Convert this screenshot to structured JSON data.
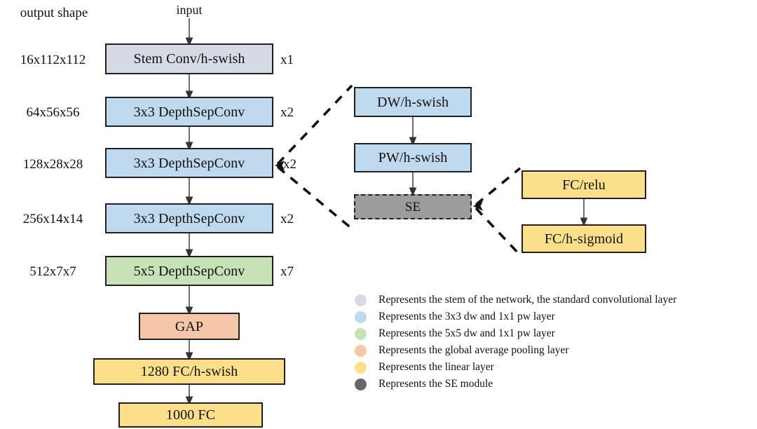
{
  "diagram": {
    "title_left": "output shape",
    "input_label": "input",
    "colors": {
      "stem": "#d5dae4",
      "dw3x3": "#bfdaef",
      "dw5x5": "#c8e2b8",
      "gap": "#f5c6a7",
      "linear": "#fcdf8a",
      "se": "#9c9c9c",
      "stroke": "#231f20",
      "arrow": "#4a4a4a"
    },
    "output_shapes": [
      "16x112x112",
      "64x56x56",
      "128x28x28",
      "256x14x14",
      "512x7x7"
    ],
    "main_blocks": [
      {
        "label": "Stem Conv/h-swish",
        "repeat": "x1",
        "color_key": "stem"
      },
      {
        "label": "3x3 DepthSepConv",
        "repeat": "x2",
        "color_key": "dw3x3"
      },
      {
        "label": "3x3 DepthSepConv",
        "repeat": "x2",
        "color_key": "dw3x3"
      },
      {
        "label": "3x3 DepthSepConv",
        "repeat": "x2",
        "color_key": "dw3x3"
      },
      {
        "label": "5x5 DepthSepConv",
        "repeat": "x7",
        "color_key": "dw5x5"
      },
      {
        "label": "GAP",
        "repeat": "",
        "color_key": "gap"
      },
      {
        "label": "1280 FC/h-swish",
        "repeat": "",
        "color_key": "linear"
      },
      {
        "label": "1000 FC",
        "repeat": "",
        "color_key": "linear"
      }
    ],
    "block_detail": [
      {
        "label": "DW/h-swish",
        "color_key": "dw3x3"
      },
      {
        "label": "PW/h-swish",
        "color_key": "dw3x3"
      },
      {
        "label": "SE",
        "color_key": "se"
      }
    ],
    "se_detail": [
      {
        "label": "FC/relu",
        "color_key": "linear"
      },
      {
        "label": "FC/h-sigmoid",
        "color_key": "linear"
      }
    ],
    "legend": [
      {
        "swatch": "#d5dae4",
        "text": "Represents the stem of the network, the standard convolutional layer"
      },
      {
        "swatch": "#bfdaef",
        "text": "Represents the 3x3 dw and 1x1 pw layer"
      },
      {
        "swatch": "#c8e2b8",
        "text": "Represents the 5x5 dw and 1x1 pw layer"
      },
      {
        "swatch": "#f5c6a7",
        "text": "Represents the global average pooling layer"
      },
      {
        "swatch": "#fcdf8a",
        "text": "Represents the linear layer"
      },
      {
        "swatch": "#666666",
        "text": "Represents the SE module"
      }
    ]
  }
}
